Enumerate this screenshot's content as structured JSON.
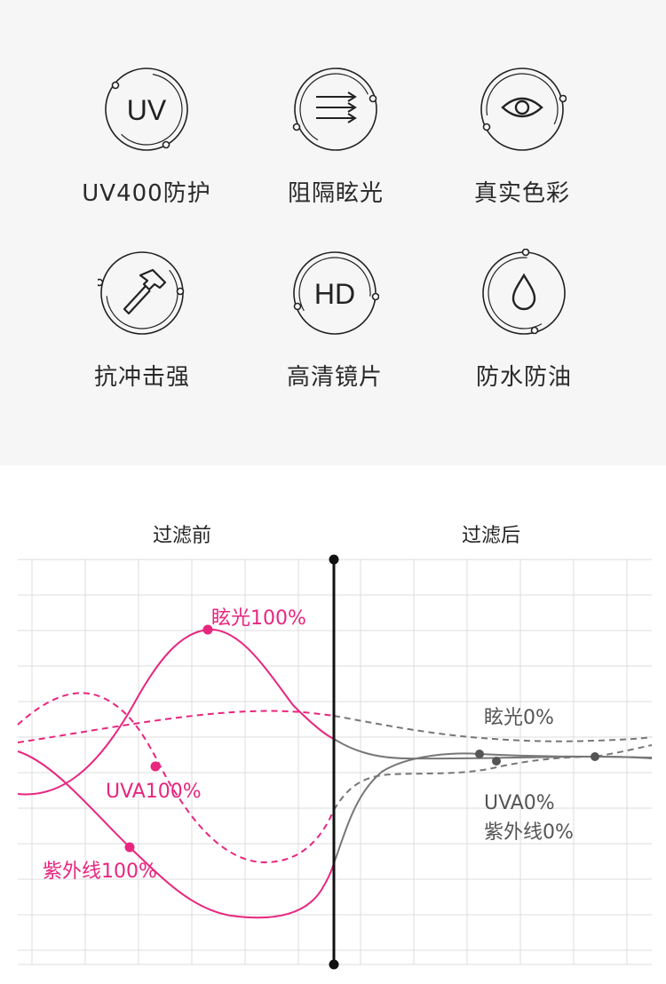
{
  "features": [
    {
      "label": "UV400防护",
      "icon": "uv-icon",
      "icon_text": "UV"
    },
    {
      "label": "阻隔眩光",
      "icon": "arrows-icon",
      "icon_text": ""
    },
    {
      "label": "真实色彩",
      "icon": "eye-icon",
      "icon_text": ""
    },
    {
      "label": "抗冲击强",
      "icon": "hammer-icon",
      "icon_text": ""
    },
    {
      "label": "高清镜片",
      "icon": "hd-icon",
      "icon_text": "HD"
    },
    {
      "label": "防水防油",
      "icon": "drop-icon",
      "icon_text": ""
    }
  ],
  "comparison": {
    "before_label": "过滤前",
    "after_label": "过滤后",
    "annotations": {
      "glare_before": "眩光100%",
      "uva_before": "UVA100%",
      "uv_before": "紫外线100%",
      "glare_after": "眩光0%",
      "uva_after": "UVA0%",
      "uv_after": "紫外线0%"
    },
    "colors": {
      "before": "#e8267f",
      "after": "#777777",
      "grid": "#dddddd",
      "divider": "#111111"
    }
  }
}
